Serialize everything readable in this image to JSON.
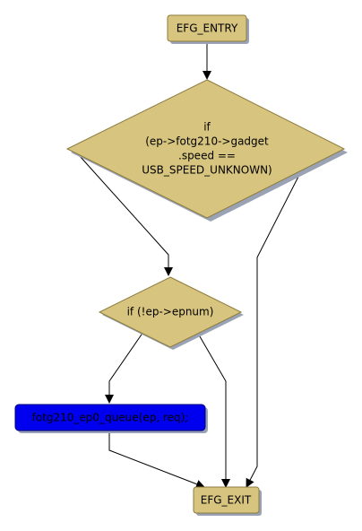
{
  "colors": {
    "box_fill": "#d7c47f",
    "box_stroke": "#8c7b3c",
    "shadow": "#9aa3b5",
    "call_fill": "#0000ee",
    "call_stroke": "#00007a",
    "edge": "#000000"
  },
  "nodes": {
    "entry": {
      "label": "EFG_ENTRY"
    },
    "decision1": {
      "lines": [
        "if",
        "(ep->fotg210->gadget",
        ".speed ==",
        "USB_SPEED_UNKNOWN)"
      ]
    },
    "decision2": {
      "label": "if (!ep->epnum)"
    },
    "call": {
      "label": "fotg210_ep0_queue(ep, req);"
    },
    "exit": {
      "label": "EFG_EXIT"
    }
  }
}
